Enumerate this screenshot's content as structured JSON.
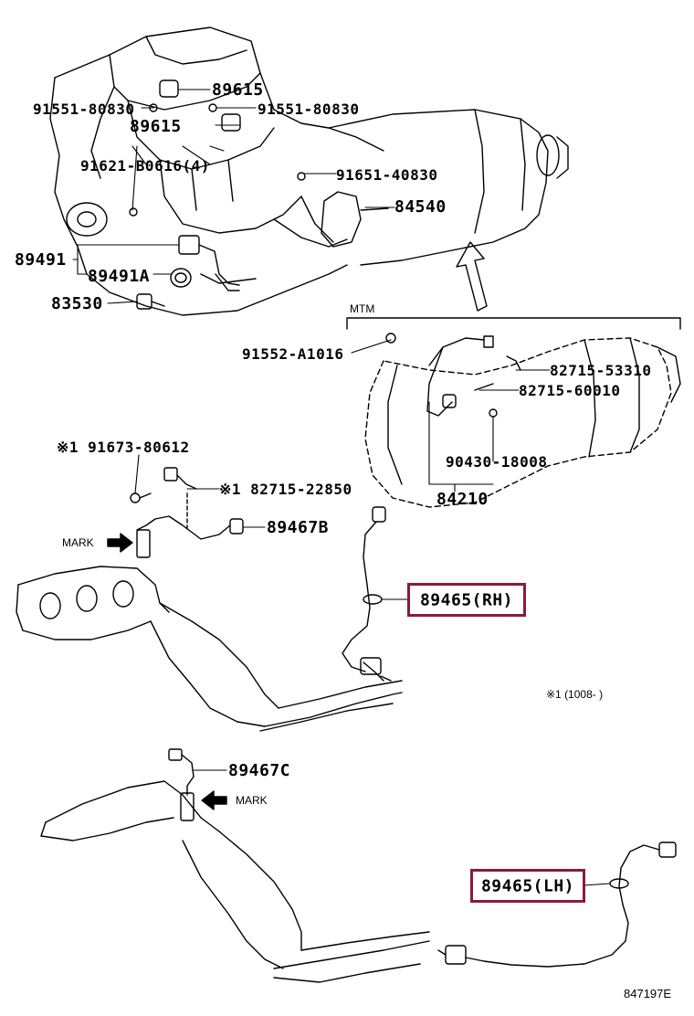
{
  "parts": {
    "p89615_top": "89615",
    "p91551_left": "91551-80830",
    "p91551_right": "91551-80830",
    "p89615_mid": "89615",
    "p91621": "91621-B0616(4)",
    "p91651": "91651-40830",
    "p84540": "84540",
    "p89491": "89491",
    "p89491A": "89491A",
    "p83530": "83530",
    "p91552": "91552-A1016",
    "p82715_53310": "82715-53310",
    "p82715_60010": "82715-60010",
    "p90430": "90430-18008",
    "p84210": "84210",
    "p91673": "※1 91673-80612",
    "p82715_22850": "※1 82715-22850",
    "p89467B": "89467B",
    "p89465_rh": "89465(RH)",
    "p89467C": "89467C",
    "p89465_lh": "89465(LH)"
  },
  "annotations": {
    "mtm": "MTM",
    "mark_top": "MARK",
    "mark_bottom": "MARK",
    "note": "※1 (1008-      )",
    "figure_id": "847197E"
  },
  "colors": {
    "highlight_border": "#8b1a3a",
    "line": "#000000"
  }
}
